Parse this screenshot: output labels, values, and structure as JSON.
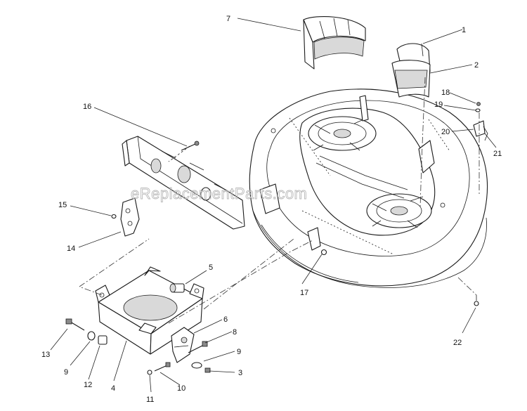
{
  "watermark": "eReplacementParts.com",
  "callouts": [
    "1",
    "2",
    "3",
    "4",
    "5",
    "6",
    "7",
    "8",
    "9",
    "9",
    "10",
    "11",
    "12",
    "13",
    "14",
    "15",
    "16",
    "17",
    "18",
    "19",
    "20",
    "21",
    "22"
  ]
}
